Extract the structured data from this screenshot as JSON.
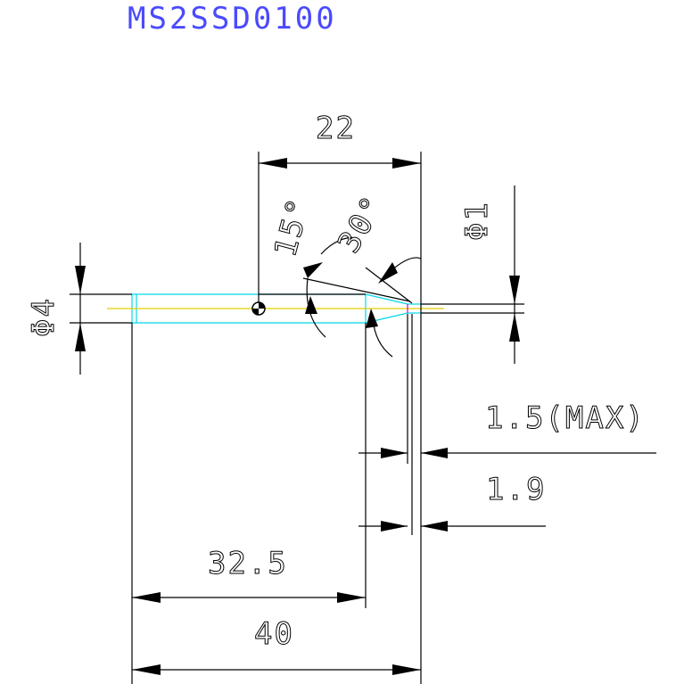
{
  "drawing": {
    "part_number": "MS2SSD0100",
    "colors": {
      "title": "#4a4aff",
      "outline": "#00d8e8",
      "centerline": "#e0d000",
      "dimension": "#000000"
    },
    "dimensions": {
      "length_22": "22",
      "angle_15": "15°",
      "angle_30": "30°",
      "dia_4": "Φ4",
      "dia_1": "Φ1",
      "tip_15": "1.5(MAX)",
      "tip_19": "1.9",
      "len_325": "32.5",
      "len_40": "40"
    }
  }
}
